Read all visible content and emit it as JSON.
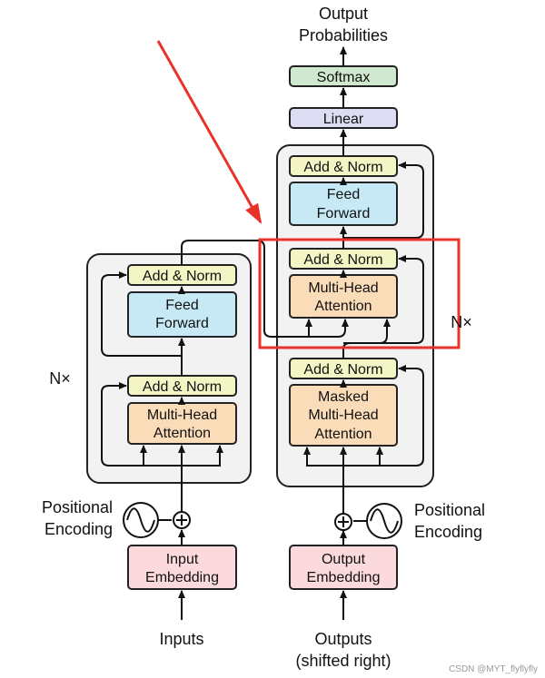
{
  "encoder": {
    "n_label": "N×",
    "add_norm_top": "Add & Norm",
    "ff_line1": "Feed",
    "ff_line2": "Forward",
    "add_norm_bottom": "Add & Norm",
    "mha_line1": "Multi-Head",
    "mha_line2": "Attention",
    "pos_line1": "Positional",
    "pos_line2": "Encoding",
    "embed_line1": "Input",
    "embed_line2": "Embedding",
    "input_label": "Inputs"
  },
  "decoder": {
    "n_label": "N×",
    "add_norm_top": "Add & Norm",
    "ff_line1": "Feed",
    "ff_line2": "Forward",
    "add_norm_mid": "Add & Norm",
    "cross_line1": "Multi-Head",
    "cross_line2": "Attention",
    "add_norm_bottom": "Add & Norm",
    "masked_line1": "Masked",
    "masked_line2": "Multi-Head",
    "masked_line3": "Attention",
    "pos_line1": "Positional",
    "pos_line2": "Encoding",
    "embed_line1": "Output",
    "embed_line2": "Embedding",
    "output_line1": "Outputs",
    "output_line2": "(shifted right)"
  },
  "head": {
    "linear": "Linear",
    "softmax": "Softmax",
    "prob_line1": "Output",
    "prob_line2": "Probabilities"
  },
  "watermark": "CSDN @MYT_flyflyfly",
  "colors": {
    "add_norm": "#f3f6c4",
    "feed_forward": "#c7e9f6",
    "attention": "#fbdcb8",
    "embedding": "#fbd9dc",
    "linear": "#dcdcf2",
    "softmax": "#cfe8cf",
    "stack_bg": "#f2f2f2",
    "highlight": "#e8322a"
  }
}
